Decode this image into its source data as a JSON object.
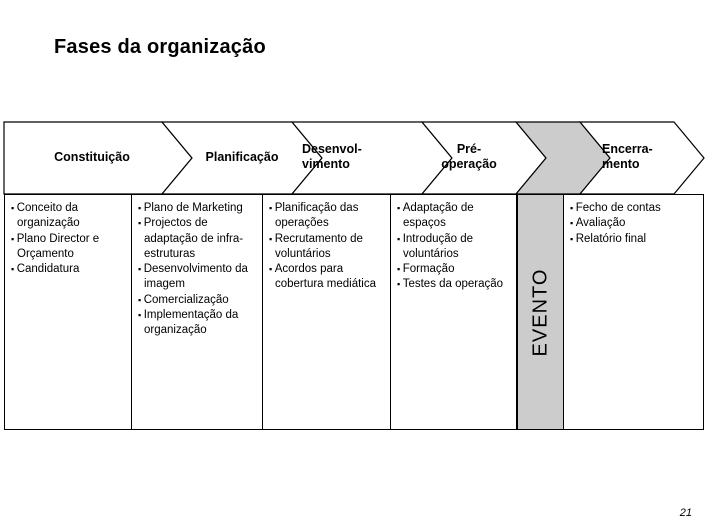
{
  "slide": {
    "title": "Fases da organização",
    "page_number": "21"
  },
  "phases": [
    {
      "id": "constituicao",
      "header": "Constituição",
      "items": [
        "Conceito da organização",
        "Plano Director e Orçamento",
        "Candidatura"
      ]
    },
    {
      "id": "planificacao",
      "header": "Planificação",
      "items": [
        "Plano de Marketing",
        "Projectos de adaptação de infra-estruturas",
        "Desenvolvimento da imagem",
        "Comercialização",
        "Implementação da organização"
      ]
    },
    {
      "id": "desenvolvimento",
      "header": "Desenvol-\nvimento",
      "header_line1": "Desenvol-",
      "header_line2": "vimento",
      "items": [
        "Planificação das operações",
        "Recrutamento de voluntários",
        "Acordos para cobertura mediática"
      ]
    },
    {
      "id": "pre-operacao",
      "header_line1": "Pré-",
      "header_line2": "operação",
      "items": [
        "Adaptação de espaços",
        "Introdução de voluntários",
        "Formação",
        "Testes da operação"
      ]
    },
    {
      "id": "encerramento",
      "header_line1": "Encerra-",
      "header_line2": "mento",
      "items": [
        "Fecho de contas",
        "Avaliação",
        "Relatório final"
      ]
    }
  ],
  "event_column": {
    "label": "EVENTO",
    "fill_color": "#cccccc"
  },
  "colors": {
    "background": "#ffffff",
    "outline": "#000000",
    "text": "#000000",
    "event_gray": "#cccccc"
  }
}
